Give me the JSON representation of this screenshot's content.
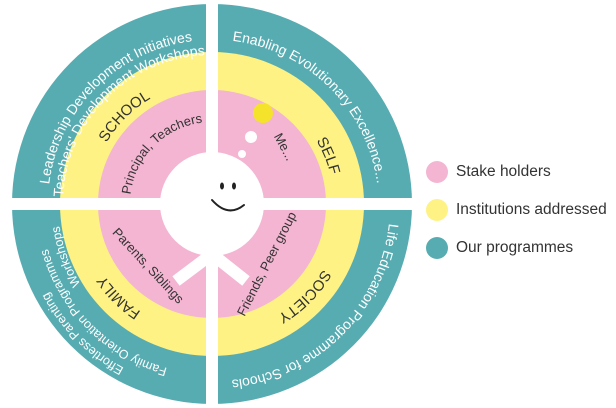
{
  "colors": {
    "teal": "#57acb2",
    "yellow": "#fef285",
    "pink": "#f3b5d2",
    "white": "#ffffff",
    "thought": "#f5e22a",
    "text": "#333333"
  },
  "quadrants": {
    "school": {
      "programmes": [
        "Leadership Development Initiatives",
        "Teachers' Development Workshops"
      ],
      "institution": "SCHOOL",
      "stakeholders": "Principal, Teachers"
    },
    "self": {
      "programme": "Enabling Evolutionary Excellence...",
      "institution": "SELF",
      "stakeholders": "Me..."
    },
    "family": {
      "programmes": [
        "Workshops",
        "Family Orientation Programmes",
        "Effortless Parenting"
      ],
      "institution": "FAMILY",
      "stakeholders": "Parents, Siblings"
    },
    "society": {
      "programme": "Life Education Programme for Schools",
      "institution": "SOCIETY",
      "stakeholders": "Friends, Peer group"
    }
  },
  "center": {
    "icon": "smiley-face-icon"
  },
  "legend": [
    {
      "label": "Stake holders",
      "color": "#f3b5d2"
    },
    {
      "label": "Institutions addressed",
      "color": "#fef285"
    },
    {
      "label": "Our programmes",
      "color": "#57acb2"
    }
  ]
}
